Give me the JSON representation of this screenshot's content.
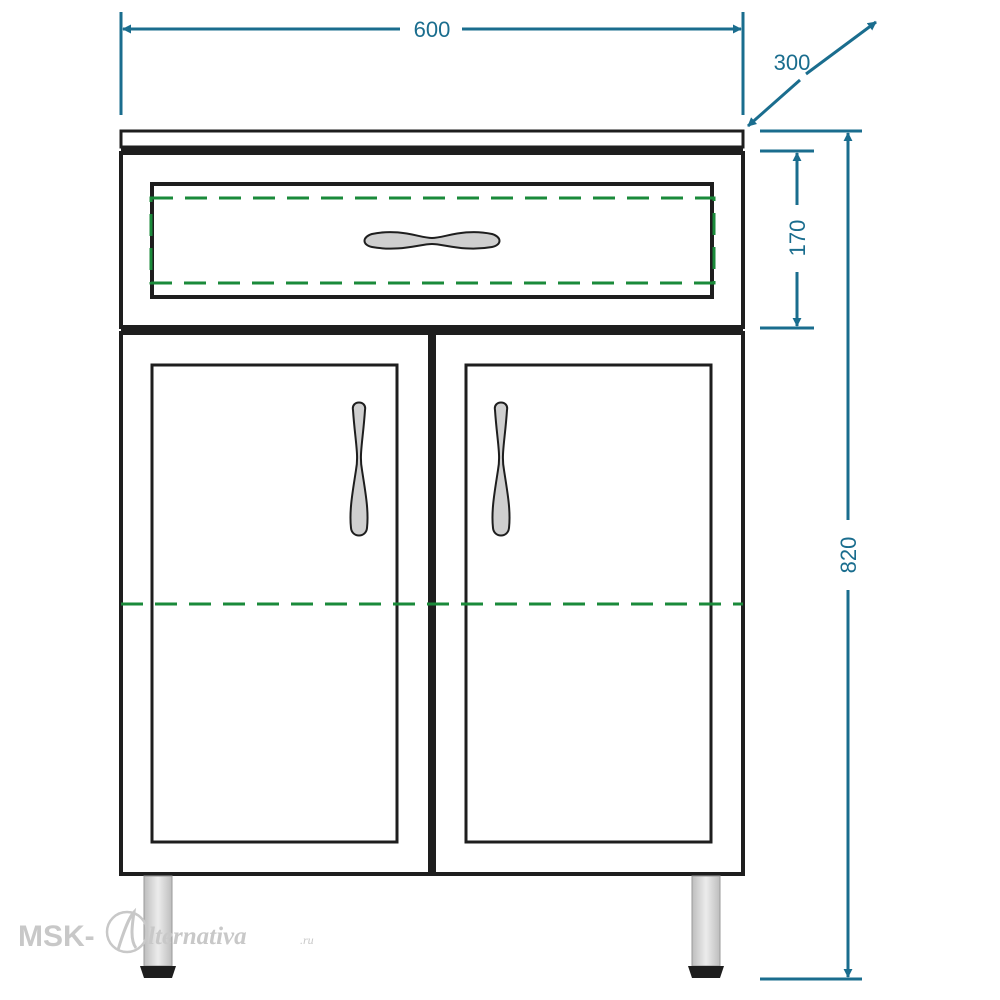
{
  "dimensions": {
    "width": "600",
    "depth": "300",
    "drawer_height": "170",
    "total_height": "820"
  },
  "watermark": {
    "prefix": "MSK-",
    "script": "lternativa",
    "suffix": ".ru"
  },
  "colors": {
    "outline": "#1e1e1e",
    "dimension": "#1a6d8e",
    "shelf_dash": "#1a8a3a",
    "handle": "#c4c4c4",
    "leg": "#d4d4d4",
    "watermark": "#c8c8c8"
  }
}
